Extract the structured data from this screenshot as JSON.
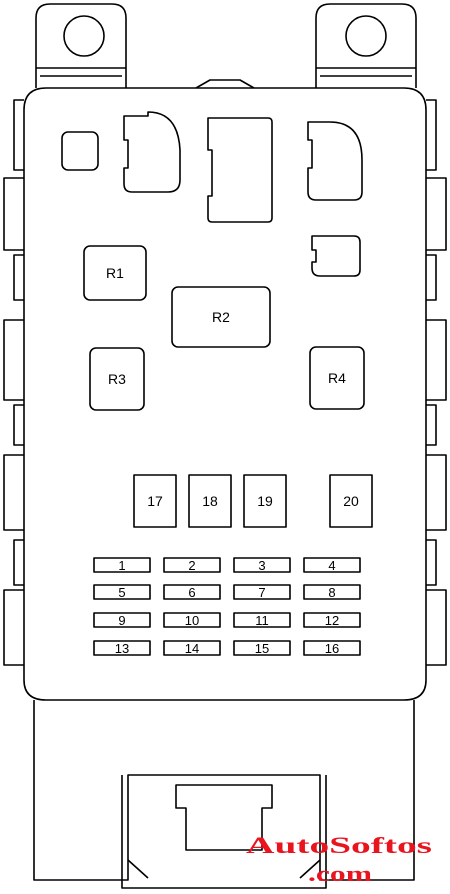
{
  "relays": [
    "R1",
    "R2",
    "R3",
    "R4"
  ],
  "fuses_large": [
    "17",
    "18",
    "19",
    "20"
  ],
  "fuses_small": [
    "1",
    "2",
    "3",
    "4",
    "5",
    "6",
    "7",
    "8",
    "9",
    "10",
    "11",
    "12",
    "13",
    "14",
    "15",
    "16"
  ],
  "watermark": {
    "line1": "AutoSoftos",
    "line2": ".com",
    "color": "#e8141e"
  }
}
